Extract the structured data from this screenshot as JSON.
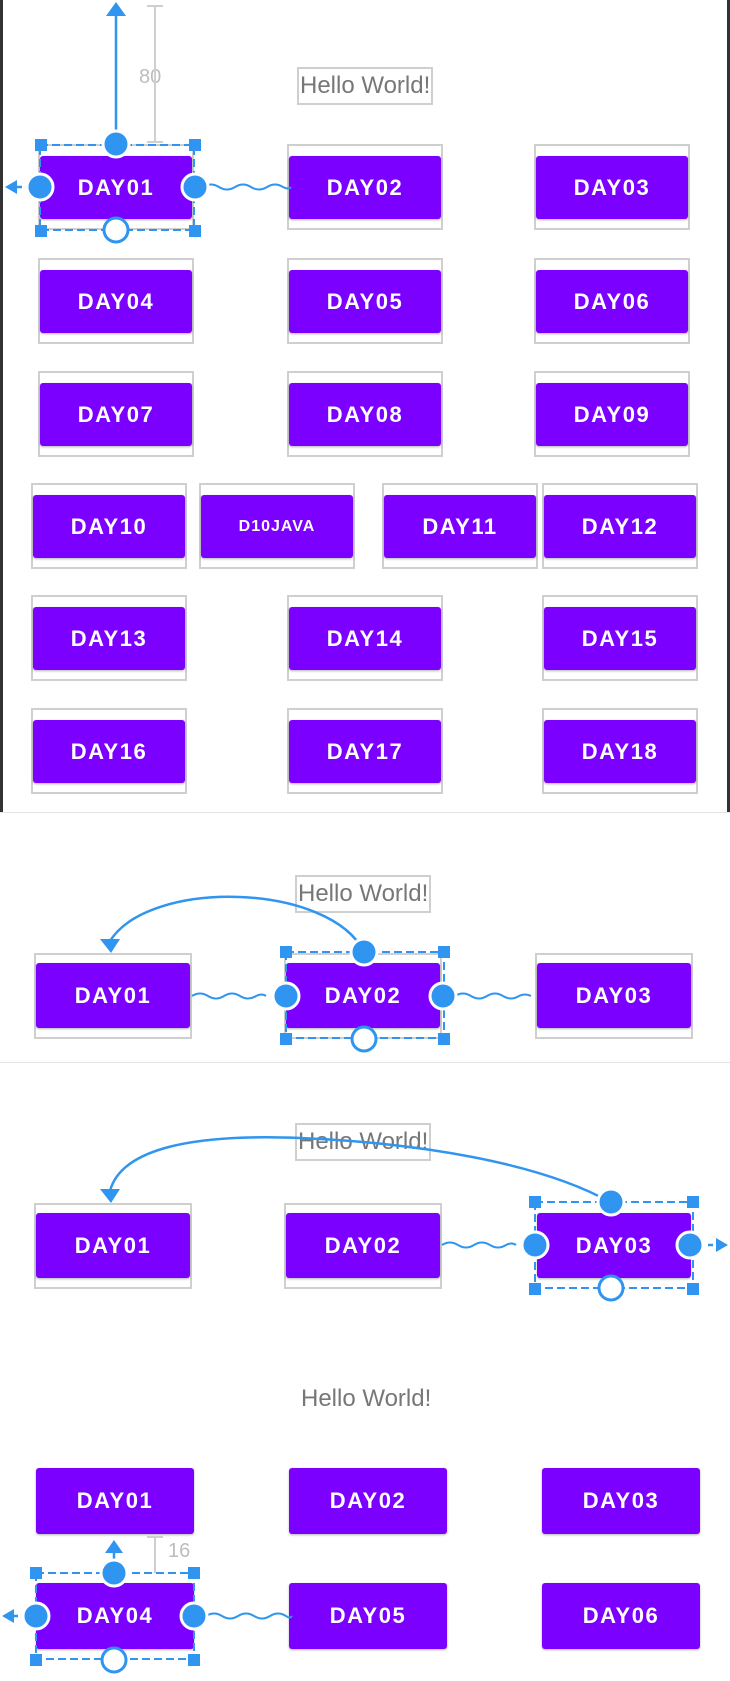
{
  "accent_color": "#7b00ff",
  "handle_color": "#2f95f0",
  "panel1": {
    "hello": "Hello World!",
    "margin_label": "80",
    "buttons": [
      "DAY01",
      "DAY02",
      "DAY03",
      "DAY04",
      "DAY05",
      "DAY06",
      "DAY07",
      "DAY08",
      "DAY09",
      "DAY10",
      "D10JAVA",
      "DAY11",
      "DAY12",
      "DAY13",
      "DAY14",
      "DAY15",
      "DAY16",
      "DAY17",
      "DAY18"
    ]
  },
  "panel2": {
    "hello": "Hello World!",
    "buttons": [
      "DAY01",
      "DAY02",
      "DAY03"
    ]
  },
  "panel3": {
    "hello": "Hello World!",
    "buttons": [
      "DAY01",
      "DAY02",
      "DAY03"
    ]
  },
  "panel4": {
    "hello": "Hello World!",
    "margin_label": "16",
    "buttons": [
      "DAY01",
      "DAY02",
      "DAY03",
      "DAY04",
      "DAY05",
      "DAY06"
    ]
  }
}
